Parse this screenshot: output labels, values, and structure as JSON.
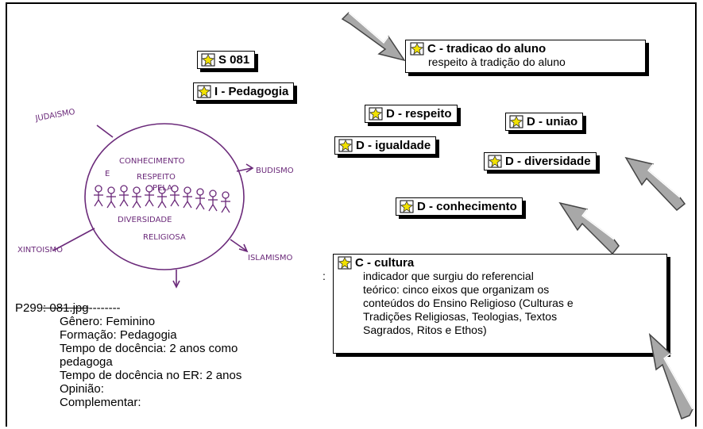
{
  "codes": [
    {
      "id": "s081",
      "label": "S 081"
    },
    {
      "id": "pedagogia",
      "label": "I - Pedagogia"
    },
    {
      "id": "respeito",
      "label": "D - respeito"
    },
    {
      "id": "uniao",
      "label": "D - uniao"
    },
    {
      "id": "igualdade",
      "label": "D - igualdade"
    },
    {
      "id": "diversidade",
      "label": "D - diversidade"
    },
    {
      "id": "conhecimento",
      "label": "D - conhecimento"
    }
  ],
  "memos": {
    "tradicao": {
      "title": "C - tradicao do aluno",
      "text": "respeito à tradição do aluno"
    },
    "cultura": {
      "title": "C - cultura",
      "lines": [
        "indicador que surgiu do referencial",
        "teórico: cinco eixos que organizam os",
        "conteúdos do Ensino Religioso (Culturas e",
        "Tradições Religiosas, Teologias, Textos",
        "Sagrados, Ritos e Ethos)"
      ]
    }
  },
  "document": {
    "file_prefix": "P299",
    "file_struck": ": 081.jpg",
    "file_dashes": "--------",
    "fields": [
      "Gênero: Feminino",
      "Formação: Pedagogia",
      "Tempo de docência: 2 anos como pedagoga",
      "Tempo de docência no ER: 2 anos",
      "Opinião:",
      "Complementar:"
    ]
  },
  "drawing": {
    "words": [
      "CONHECIMENTO",
      "E",
      "RESPEITO",
      "PELA",
      "DIVERSIDADE",
      "RELIGIOSA",
      "BUDISMO",
      "XINTOISMO",
      "ISLAMISMO",
      "JUDAISMO"
    ]
  },
  "colors": {
    "icon_star": "#f2e200",
    "arrow_fill": "#a8a8a8",
    "drawing_ink": "#6b2a7a"
  },
  "icons": {
    "code": "code-quote-icon",
    "arrow": "pointer-arrow-icon"
  }
}
